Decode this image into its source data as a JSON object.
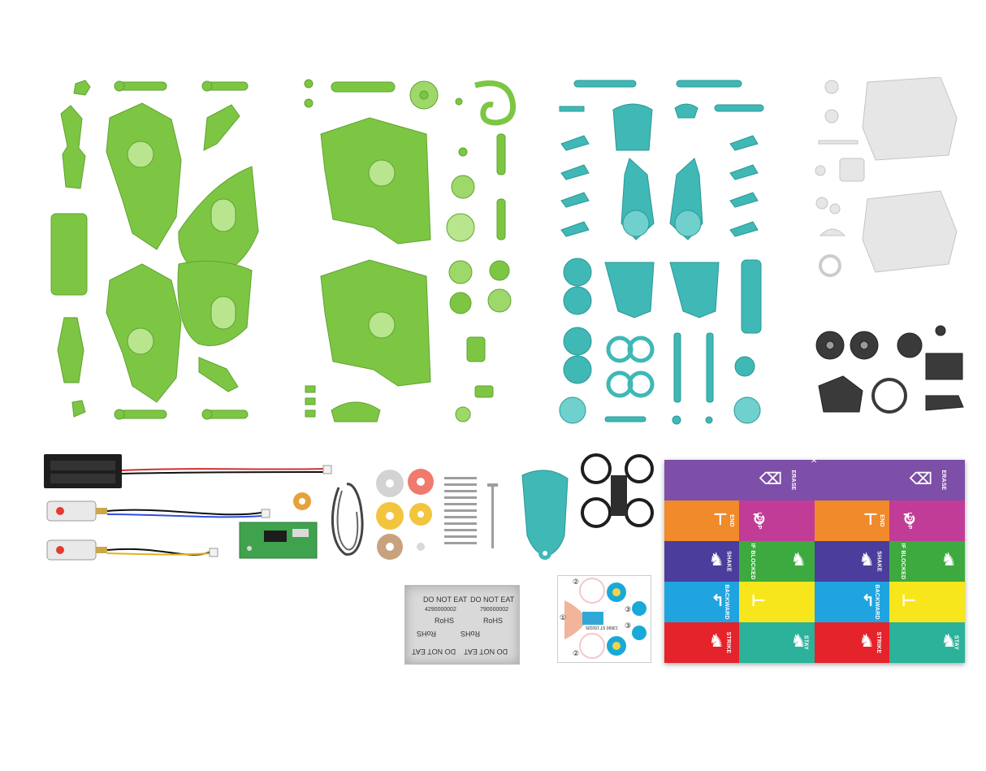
{
  "colors": {
    "green": "#7DC644",
    "green_light": "#9ED86A",
    "teal": "#3FB8B6",
    "grey": "#E6E6E6",
    "dark": "#2F2F2F",
    "purple": "#7D4FA8",
    "orange": "#F08A2B",
    "magenta": "#C13C97",
    "indigo": "#4B3D9B",
    "lime": "#3DAA3F",
    "sky": "#1FA4E0",
    "yellow": "#F8E61C",
    "red": "#E5232B",
    "mint": "#2CB19A"
  },
  "cards": {
    "erase": "ERASE",
    "loop": "LOOP",
    "end": "END",
    "shake": "SHAKE",
    "if_blocked": "IF BLOCKED",
    "backward": "BACKWARD",
    "strike": "STRIKE",
    "stay": "STAY"
  },
  "packet": {
    "line1": "DO NOT EAT",
    "line2": "RoHS",
    "code1": "4290000002",
    "code2": "790000002"
  },
  "sticker": {
    "n1": "①",
    "n2": "②",
    "n3": "③",
    "code": "13690 ST 150105"
  },
  "icons": [
    "robot-part-icon",
    "gear-icon",
    "battery-holder-icon",
    "motor-icon",
    "circuit-board-icon"
  ]
}
